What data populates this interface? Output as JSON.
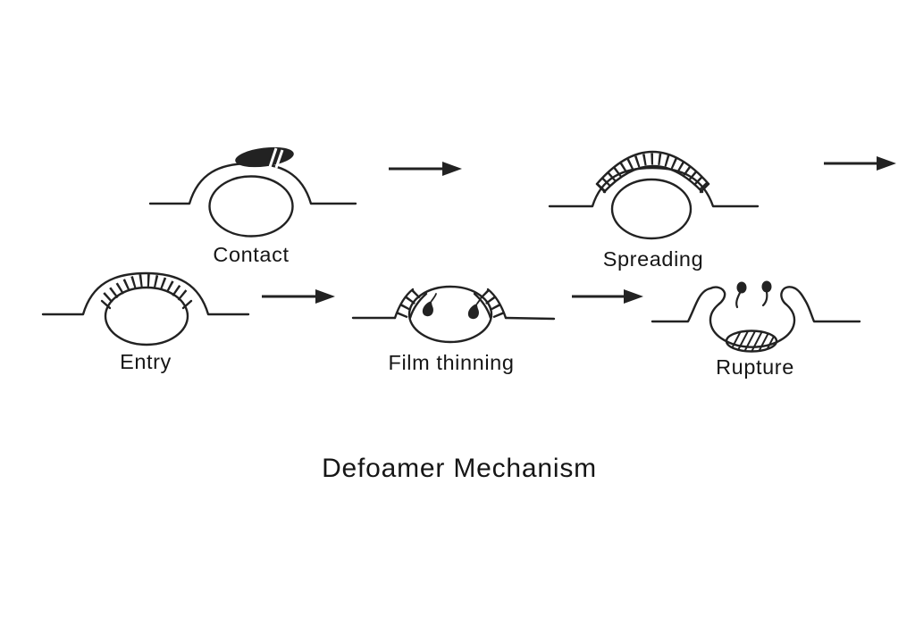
{
  "title": "Defoamer Mechanism",
  "colors": {
    "ink": "#222222",
    "background": "#ffffff",
    "text": "#161616"
  },
  "stages": [
    {
      "id": "contact",
      "label": "Contact",
      "description_icon": "defoamer-droplet-on-bubble"
    },
    {
      "id": "spreading",
      "label": "Spreading",
      "description_icon": "spread-film-band-on-bubble"
    },
    {
      "id": "entry",
      "label": "Entry",
      "description_icon": "film-entered-between-lamella-and-bubble"
    },
    {
      "id": "film-thinning",
      "label": "Film thinning",
      "description_icon": "thinning-shoulder-films-with-droplets"
    },
    {
      "id": "rupture",
      "label": "Rupture",
      "description_icon": "burst-bubble-with-escaping-droplets"
    }
  ],
  "arrows": [
    {
      "id": "arrow-contact-to-spreading",
      "icon": "right-arrow-icon"
    },
    {
      "id": "arrow-spreading-to-next-row",
      "icon": "right-arrow-icon"
    },
    {
      "id": "arrow-entry-to-film-thinning",
      "icon": "right-arrow-icon"
    },
    {
      "id": "arrow-film-thinning-to-rupture",
      "icon": "right-arrow-icon"
    }
  ]
}
